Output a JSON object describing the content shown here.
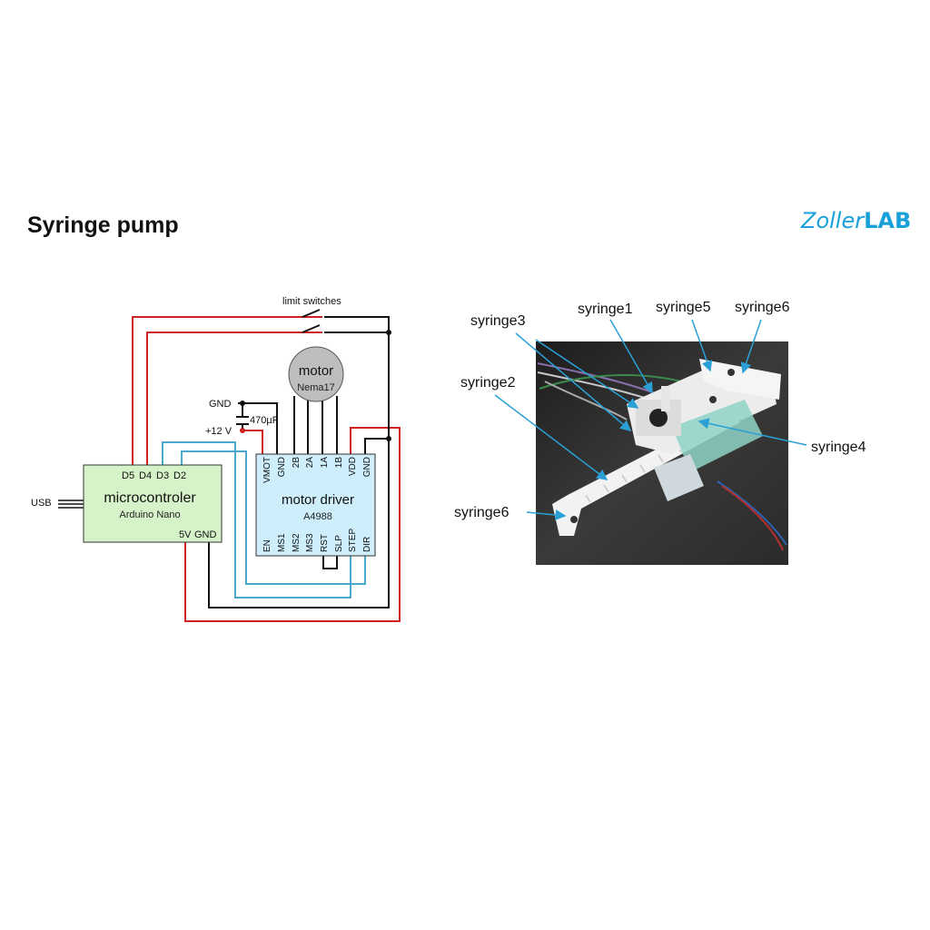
{
  "page": {
    "title": "Syringe pump"
  },
  "logo": {
    "part1": "Zoller",
    "part2": "LAB"
  },
  "circuit": {
    "limit_switches_label": "limit switches",
    "gnd_label": "GND",
    "v12_label": "+12 V",
    "capacitor_label": "470µF",
    "usb_label": "USB",
    "motor": {
      "title": "motor",
      "model": "Nema17"
    },
    "microcontroller": {
      "title": "microcontroler",
      "subtitle": "Arduino Nano",
      "top_pins": [
        "D5",
        "D4",
        "D3",
        "D2"
      ],
      "bottom_pins": [
        "5V",
        "GND"
      ]
    },
    "driver": {
      "title": "motor driver",
      "model": "A4988",
      "top_pins": [
        "VMOT",
        "GND",
        "2B",
        "2A",
        "1A",
        "1B",
        "VDD",
        "GND"
      ],
      "bottom_pins": [
        "EN",
        "MS1",
        "MS2",
        "MS3",
        "RST",
        "SLP",
        "STEP",
        "DIR"
      ]
    },
    "colors": {
      "red": "#cc2222",
      "blue": "#4aa9cc",
      "black": "#111111"
    }
  },
  "photo": {
    "labels": [
      "syringe1",
      "syringe2",
      "syringe3",
      "syringe4",
      "syringe5",
      "syringe6",
      "syringe6"
    ],
    "callout_color": "#2aa0d6"
  }
}
